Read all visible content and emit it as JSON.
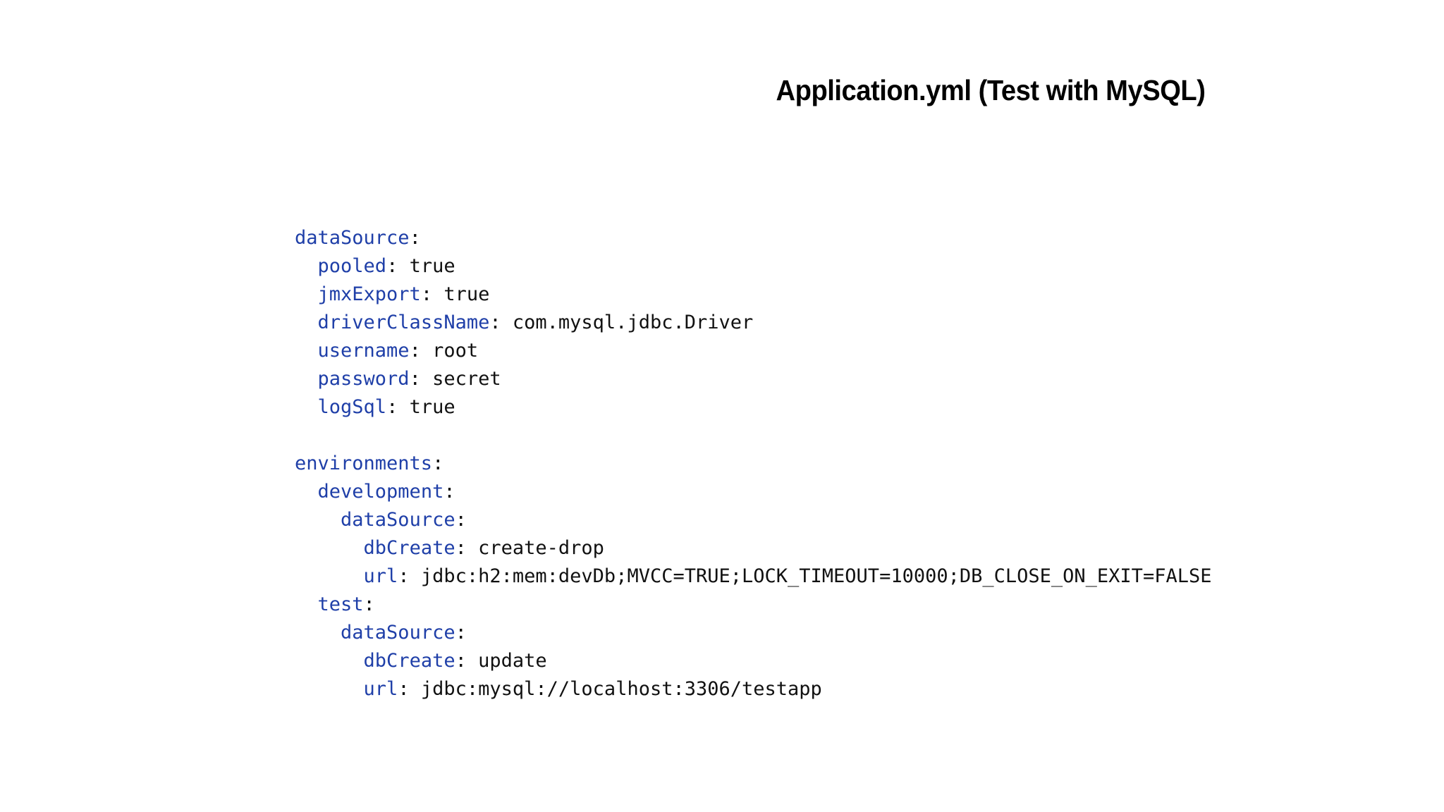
{
  "slide": {
    "title": "Application.yml (Test with MySQL)",
    "background_color": "#ffffff",
    "title_color": "#000000"
  },
  "code": {
    "language": "yaml",
    "key_color": "#1f3fa8",
    "value_color": "#111111",
    "indent_unit": "  ",
    "lines": [
      {
        "indent": 0,
        "key": "dataSource",
        "punct": ":",
        "value": ""
      },
      {
        "indent": 1,
        "key": "pooled",
        "punct": ":",
        "value": " true"
      },
      {
        "indent": 1,
        "key": "jmxExport",
        "punct": ":",
        "value": " true"
      },
      {
        "indent": 1,
        "key": "driverClassName",
        "punct": ":",
        "value": " com.mysql.jdbc.Driver"
      },
      {
        "indent": 1,
        "key": "username",
        "punct": ":",
        "value": " root"
      },
      {
        "indent": 1,
        "key": "password",
        "punct": ":",
        "value": " secret"
      },
      {
        "indent": 1,
        "key": "logSql",
        "punct": ":",
        "value": " true"
      },
      {
        "indent": 0,
        "key": "",
        "punct": "",
        "value": ""
      },
      {
        "indent": 0,
        "key": "environments",
        "punct": ":",
        "value": ""
      },
      {
        "indent": 1,
        "key": "development",
        "punct": ":",
        "value": ""
      },
      {
        "indent": 2,
        "key": "dataSource",
        "punct": ":",
        "value": ""
      },
      {
        "indent": 3,
        "key": "dbCreate",
        "punct": ":",
        "value": " create-drop"
      },
      {
        "indent": 3,
        "key": "url",
        "punct": ":",
        "value": " jdbc:h2:mem:devDb;MVCC=TRUE;LOCK_TIMEOUT=10000;DB_CLOSE_ON_EXIT=FALSE"
      },
      {
        "indent": 1,
        "key": "test",
        "punct": ":",
        "value": ""
      },
      {
        "indent": 2,
        "key": "dataSource",
        "punct": ":",
        "value": ""
      },
      {
        "indent": 3,
        "key": "dbCreate",
        "punct": ":",
        "value": " update"
      },
      {
        "indent": 3,
        "key": "url",
        "punct": ":",
        "value": " jdbc:mysql://localhost:3306/testapp"
      }
    ]
  }
}
